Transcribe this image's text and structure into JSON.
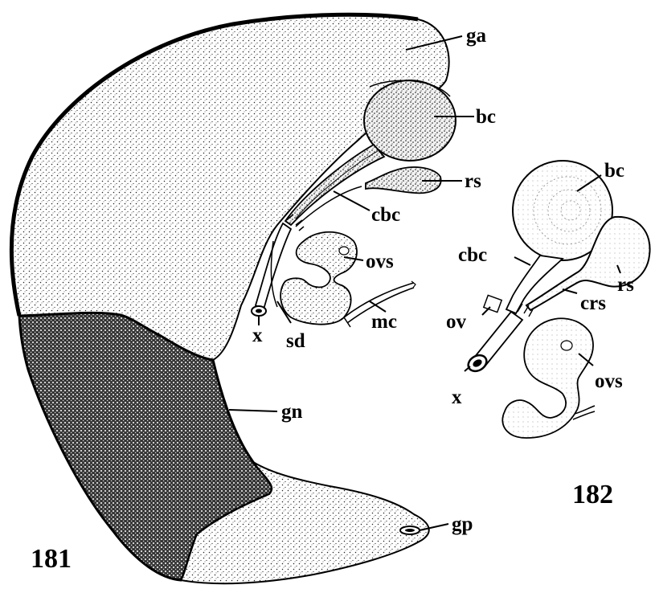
{
  "figures": [
    {
      "number": "181",
      "labels": {
        "ga": "ga",
        "bc": "bc",
        "rs": "rs",
        "cbc": "cbc",
        "ovs": "ovs",
        "mc": "mc",
        "x": "x",
        "sd": "sd",
        "gn": "gn",
        "gp": "gp"
      }
    },
    {
      "number": "182",
      "labels": {
        "bc": "bc",
        "cbc": "cbc",
        "rs": "rs",
        "crs": "crs",
        "ov": "ov",
        "ovs": "ovs",
        "x": "x"
      }
    }
  ],
  "colors": {
    "ink": "#000000",
    "light_stipple": "#dedede",
    "medium_stipple": "#cfcfcf",
    "dark_stipple": "#4a4a4a",
    "paper": "#ffffff"
  }
}
